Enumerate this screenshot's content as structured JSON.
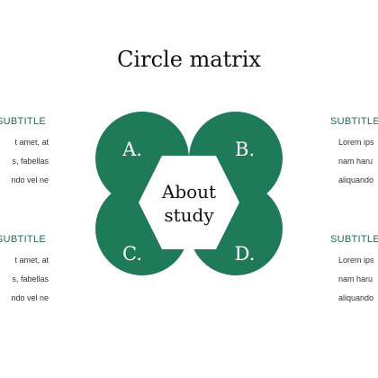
{
  "title": "Circle matrix",
  "colors": {
    "accent": "#1e6b4d",
    "circle_fill": "#1e7a58",
    "text_dark": "#111111",
    "subtitle": "#1e6b4d"
  },
  "center": {
    "line1": "About",
    "line2": "study"
  },
  "quadrants": [
    {
      "letter": "A."
    },
    {
      "letter": "B."
    },
    {
      "letter": "C."
    },
    {
      "letter": "D."
    }
  ],
  "side_blocks": {
    "top_left": {
      "subtitle": "SUBTITLE",
      "lines": [
        "t amet, at",
        "s, fabellas",
        "ndo vel ne"
      ]
    },
    "bottom_left": {
      "subtitle": "SUBTITLE",
      "lines": [
        "t amet, at",
        "s, fabellas",
        "ndo vel ne"
      ]
    },
    "top_right": {
      "subtitle": "SUBTITLE",
      "lines": [
        "Lorem ips",
        "nam haru",
        "aliquando"
      ]
    },
    "bottom_right": {
      "subtitle": "SUBTITLE",
      "lines": [
        "Lorem ips",
        "nam haru",
        "aliquando"
      ]
    }
  }
}
